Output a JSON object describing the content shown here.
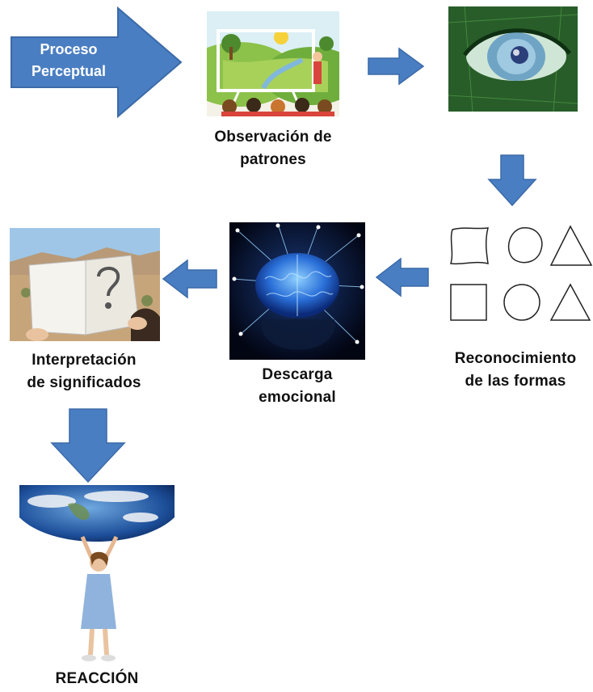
{
  "start": {
    "line1": "Proceso",
    "line2": "Perceptual"
  },
  "steps": {
    "observacion": {
      "line1": "Observación de",
      "line2": "patrones"
    },
    "reconocimiento": {
      "line1": "Reconocimiento",
      "line2": "de las formas"
    },
    "descarga": {
      "line1": "Descarga",
      "line2": "emocional"
    },
    "interpretacion": {
      "line1": "Interpretación",
      "line2": "de significados"
    },
    "reaccion": {
      "line1": "REACCIÓN"
    }
  },
  "colors": {
    "arrow": "#4a7ec2",
    "arrow_stroke": "#3b6aa8",
    "text": "#111111"
  }
}
